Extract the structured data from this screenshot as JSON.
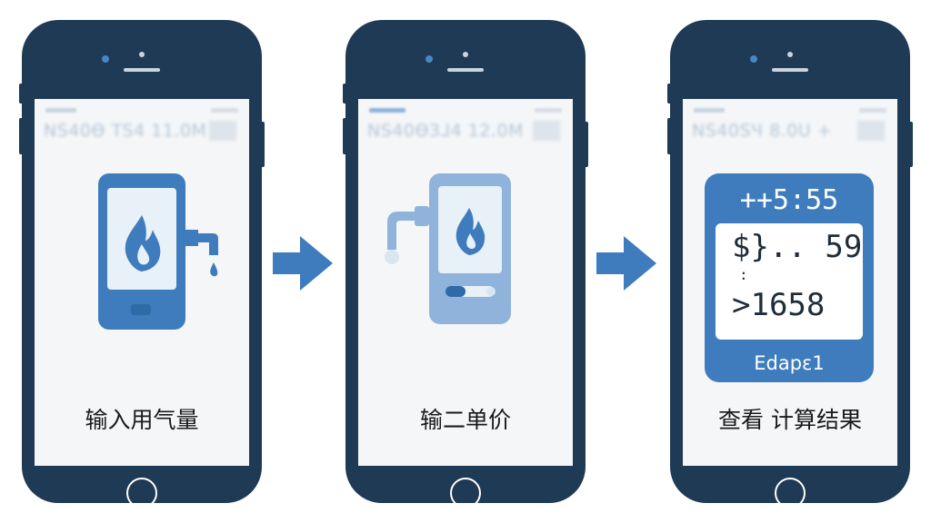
{
  "steps": [
    {
      "header_text": "NS40Ѳ TS4 11.0M",
      "label": "输入用气量",
      "icon": "phone-flame-faucet-icon"
    },
    {
      "header_text": "NS40Ѳ3⅃4 12.0M",
      "label": "输二单价",
      "icon": "gas-heater-pipe-icon"
    },
    {
      "header_text": "NS40SЧ 8.0U +",
      "label": "查看 计算结果",
      "icon": "calculator-result-icon",
      "calculator": {
        "title": "++5:55",
        "line1": "$}.. 59",
        "dots": ":",
        "line2": ">1658",
        "footer": "Edapε1"
      }
    }
  ],
  "colors": {
    "phone_body": "#1f3a55",
    "accent_blue": "#3f7cbd",
    "light_blue": "#8fb3da",
    "arrow": "#3f7cbd"
  },
  "arrows": [
    "arrow-right-icon",
    "arrow-right-icon"
  ]
}
